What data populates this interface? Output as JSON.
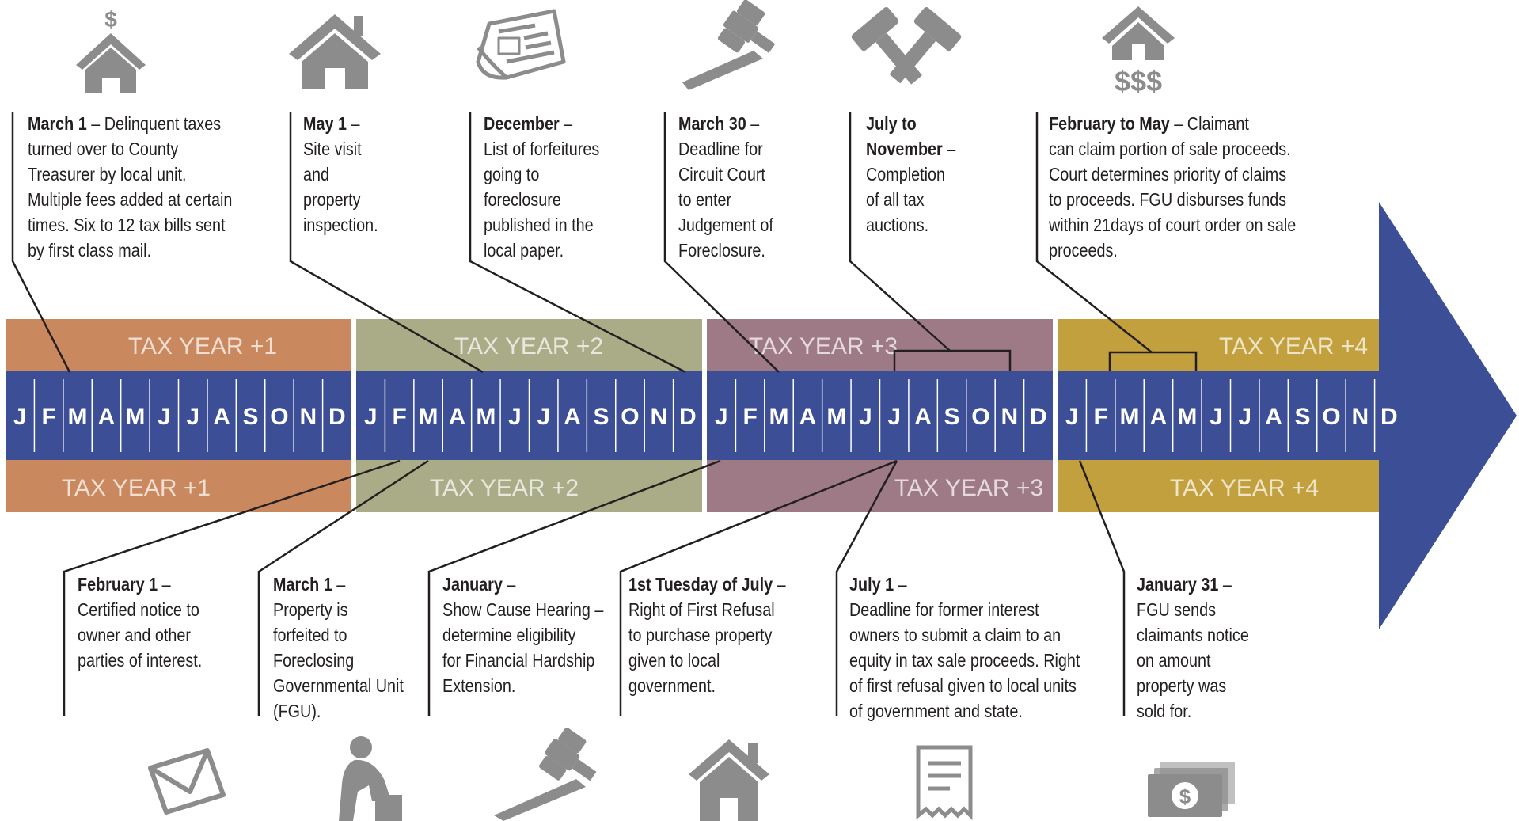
{
  "colors": {
    "year1": "#c9885e",
    "year2": "#a9ac86",
    "year3": "#9e7a86",
    "year4": "#c3a03e",
    "timeline_blue": "#3b4e96",
    "icon_gray": "#8c8c8c",
    "text": "#231f20"
  },
  "months": [
    "J",
    "F",
    "M",
    "A",
    "M",
    "J",
    "J",
    "A",
    "S",
    "O",
    "N",
    "D"
  ],
  "years": [
    {
      "top_label": "TAX YEAR +1",
      "bottom_label": "TAX YEAR +1"
    },
    {
      "top_label": "TAX YEAR +2",
      "bottom_label": "TAX YEAR +2"
    },
    {
      "top_label": "TAX YEAR +3",
      "bottom_label": "TAX YEAR +3"
    },
    {
      "top_label": "TAX YEAR +4",
      "bottom_label": "TAX YEAR +4"
    }
  ],
  "top_events": [
    {
      "icon": "house-dollar-icon",
      "title": "March 1",
      "lines": [
        "Delinquent taxes",
        "turned over to County",
        "Treasurer by local unit.",
        "Multiple fees added at certain",
        "times. Six to 12 tax bills sent",
        "by first class mail."
      ]
    },
    {
      "icon": "house-icon",
      "title": "May 1",
      "lines": [
        "Site visit",
        "and",
        "property",
        "inspection."
      ]
    },
    {
      "icon": "newspaper-icon",
      "title": "December",
      "lines": [
        "List of forfeitures",
        "going to",
        "foreclosure",
        "published in the",
        "local paper."
      ]
    },
    {
      "icon": "gavel-icon",
      "title": "March 30",
      "lines": [
        "Deadline for",
        "Circuit Court",
        "to enter",
        "Judgement of",
        "Foreclosure."
      ]
    },
    {
      "icon": "crossed-gavels-icon",
      "title_lines": [
        "July to",
        "November"
      ],
      "lines": [
        "Completion",
        "of all tax",
        "auctions."
      ]
    },
    {
      "icon": "house-money-icon",
      "icon_text": "$$$",
      "title": "February to May",
      "lines": [
        "Claimant",
        "can claim portion of sale proceeds.",
        "Court determines priority of claims",
        "to proceeds. FGU disburses funds",
        "within 21days of court order on sale",
        "proceeds."
      ]
    }
  ],
  "bottom_events": [
    {
      "icon": "envelope-icon",
      "title": "February 1",
      "lines": [
        "Certified notice to",
        "owner and other",
        "parties of interest."
      ]
    },
    {
      "icon": "thinking-person-icon",
      "title": "March 1",
      "lines": [
        "Property is",
        "forfeited to",
        "Foreclosing",
        "Governmental Unit",
        "(FGU)."
      ]
    },
    {
      "icon": "gavel-icon",
      "title": "January",
      "lines": [
        "Show Cause Hearing –",
        "determine eligibility",
        "for Financial Hardship",
        "Extension."
      ]
    },
    {
      "icon": "house-icon",
      "title": "1st Tuesday of July",
      "lines": [
        "Right of First Refusal",
        "to purchase property",
        "given to local",
        "government."
      ]
    },
    {
      "icon": "receipt-icon",
      "title": "July 1",
      "lines": [
        "Deadline for former interest",
        "owners to submit a claim to an",
        "equity in tax sale proceeds. Right",
        "of first refusal given to local units",
        "of government and state."
      ]
    },
    {
      "icon": "cash-icon",
      "title": "January 31",
      "lines": [
        "FGU  sends",
        "claimants notice",
        "on amount",
        "property was",
        "sold for."
      ]
    }
  ]
}
